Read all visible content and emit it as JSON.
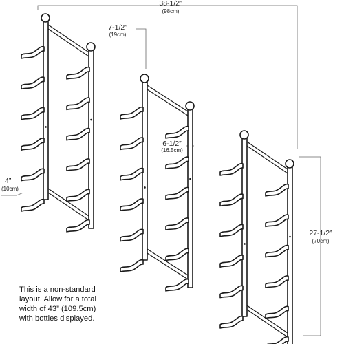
{
  "dimensions": {
    "total_width": {
      "main": "38-1/2”",
      "sub": "(98cm)"
    },
    "arm_spacing": {
      "main": "7-1/2”",
      "sub": "(19cm)"
    },
    "rack_gap": {
      "main": "6-1/2”",
      "sub": "(16.5cm)"
    },
    "arm_depth": {
      "main": "4”",
      "sub": "(10cm)"
    },
    "height": {
      "main": "27-1/2”",
      "sub": "(70cm)"
    }
  },
  "note": {
    "lines": [
      "This is a non-standard",
      "layout. Allow for a total",
      "width of 43” (109.5cm)",
      "with bottles displayed."
    ]
  },
  "racks": {
    "count": 3,
    "arms_per_column": 6,
    "columns_per_rack": 2
  },
  "colors": {
    "line": "#1a1a1a",
    "dimension_line": "#666666",
    "background": "#ffffff"
  }
}
